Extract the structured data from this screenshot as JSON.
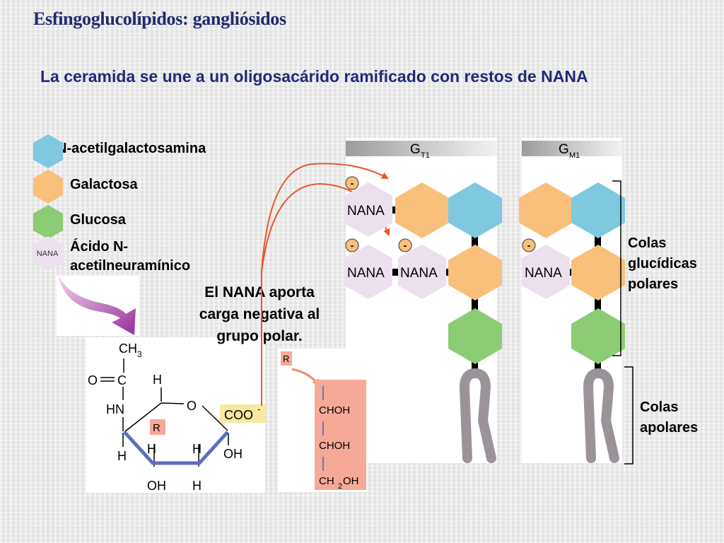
{
  "slide": {
    "title": "Esfingoglucolípidos: gangliósidos",
    "subtitle": "La ceramida se une a un oligosacárido ramificado con restos de NANA"
  },
  "legend": {
    "items": [
      {
        "label": "N-acetilgalactosamina",
        "color": "#7ec8e0"
      },
      {
        "label": "Galactosa",
        "color": "#f9c07b"
      },
      {
        "label": "Glucosa",
        "color": "#8ccc74"
      },
      {
        "label": "Ácido N-acetilneuramínico",
        "color": "#ede0ee",
        "icon_text": "NANA"
      }
    ]
  },
  "note": {
    "text": "El NANA aporta carga negativa al grupo polar."
  },
  "structure": {
    "ch3": "CH",
    "ch3_sub": "3",
    "o_label": "O",
    "c_label": "C",
    "hn_label": "HN",
    "h_label": "H",
    "ring_o": "O",
    "r_label": "R",
    "coo": "COO",
    "coo_sup": "-",
    "oh_label": "OH"
  },
  "r_group": {
    "r_label": "R",
    "rows": [
      "CHOH",
      "CHOH",
      "CH"
    ],
    "last_sub": "2",
    "last_suffix": "OH"
  },
  "gangliosides": {
    "gt1": {
      "label": "G",
      "sub": "T1"
    },
    "gm1": {
      "label": "G",
      "sub": "M1"
    },
    "nana_text": "NANA",
    "charge": "-"
  },
  "side_labels": {
    "polar": "Colas glucídicas polares",
    "apolar": "Colas apolares"
  },
  "colors": {
    "title": "#1f2a6e",
    "nacgal": "#7ec8e0",
    "galactosa": "#f9c07b",
    "glucosa": "#8ccc74",
    "nana": "#ede0ee",
    "tail": "#9a9399",
    "arrow": "#e8562a",
    "r_box": "#f6a996",
    "ring_bond": "#5b6fc2"
  }
}
